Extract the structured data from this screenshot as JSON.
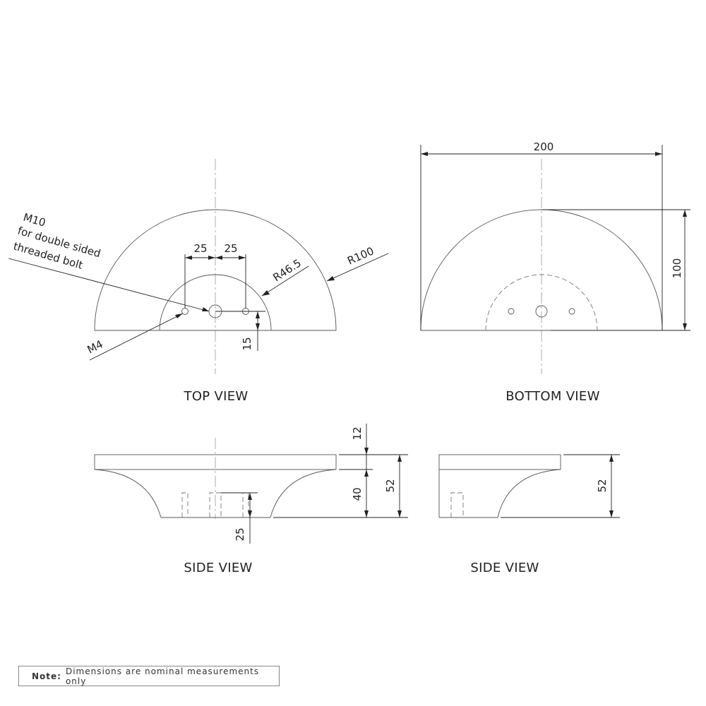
{
  "views": {
    "top": "TOP VIEW",
    "bottom": "BOTTOM VIEW",
    "side_left": "SIDE VIEW",
    "side_right": "SIDE VIEW"
  },
  "top_view": {
    "dim_left_spacing": "25",
    "dim_right_spacing": "25",
    "inner_radius": "R46.5",
    "outer_radius": "R100",
    "hole_offset": "15",
    "m4_label": "M4",
    "m10_title": "M10",
    "m10_line1": "for double sided",
    "m10_line2": "threaded bolt"
  },
  "bottom_view": {
    "width": "200",
    "height": "100"
  },
  "side_view_left": {
    "plate_thickness": "12",
    "body_height": "40",
    "total_height": "52",
    "hole_depth": "25"
  },
  "side_view_right": {
    "total_height": "52"
  },
  "note": {
    "label": "Note:",
    "text": "Dimensions are nominal measurements only"
  }
}
